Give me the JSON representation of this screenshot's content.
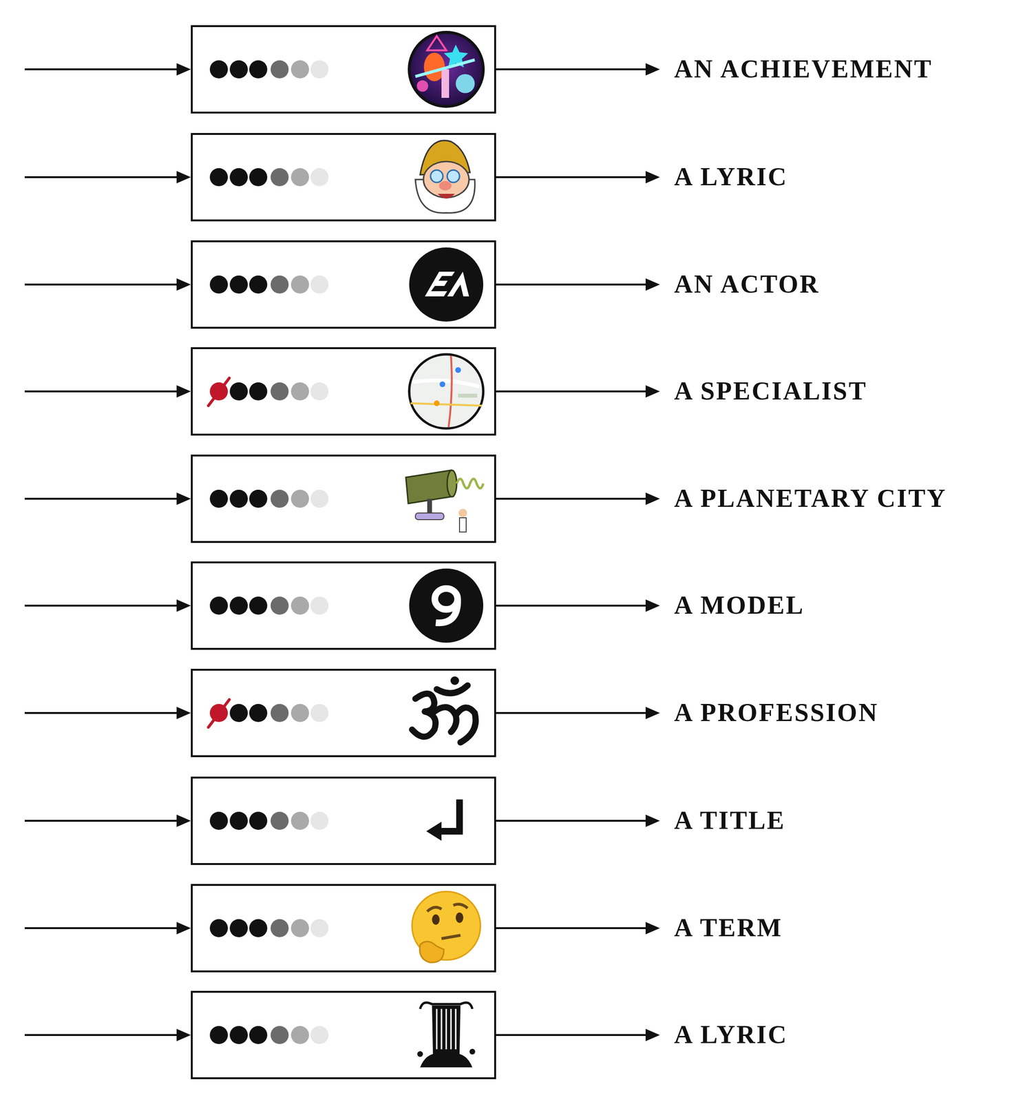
{
  "diagram": {
    "labels": [
      "AN ACHIEVEMENT",
      "A LYRIC",
      "AN ACTOR",
      "A SPECIALIST",
      "A PLANETARY CITY",
      "A MODEL",
      "A PROFESSION",
      "A TITLE",
      "A TERM",
      "A LYRIC"
    ]
  }
}
